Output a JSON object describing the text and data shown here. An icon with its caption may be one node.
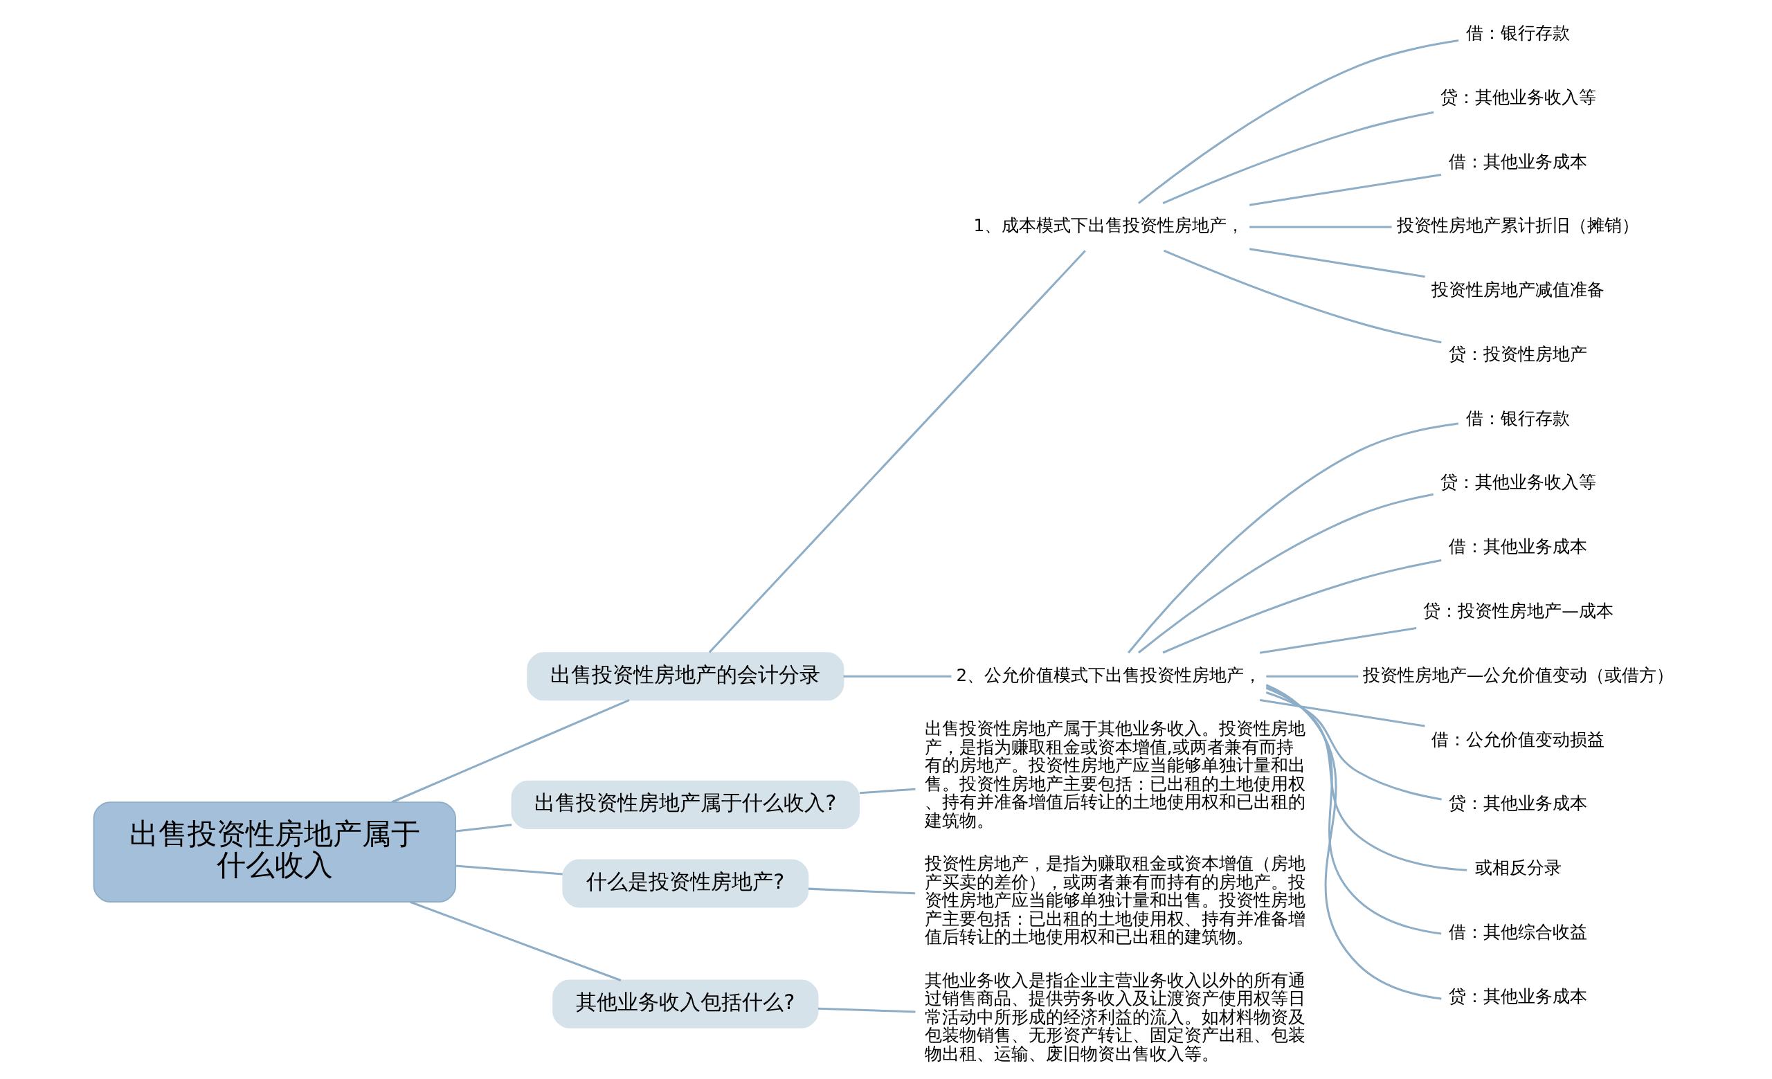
{
  "diagram": {
    "nodes": [
      {
        "text": [
          "出售投资性房地产属于什么收入"
        ]
      },
      {
        "text": [
          "出售投资性房地产的会计分录"
        ]
      },
      {
        "text": [
          "1、成本模式下出售投资性房地产，"
        ]
      },
      {
        "text": [
          "借：银行存款"
        ]
      },
      {
        "text": [
          "贷：其他业务收入等"
        ]
      },
      {
        "text": [
          "借：其他业务成本"
        ]
      },
      {
        "text": [
          "投资性房地产累计折旧（摊销）"
        ]
      },
      {
        "text": [
          "投资性房地产减值准备"
        ]
      },
      {
        "text": [
          "贷：投资性房地产"
        ]
      },
      {
        "text": [
          "2、公允价值模式下出售投资性房地产，"
        ]
      },
      {
        "text": [
          "借：银行存款"
        ]
      },
      {
        "text": [
          "贷：其他业务收入等"
        ]
      },
      {
        "text": [
          "借：其他业务成本"
        ]
      },
      {
        "text": [
          "贷：投资性房地产—成本"
        ]
      },
      {
        "text": [
          "投资性房地产—公允价值变动（或借方）"
        ]
      },
      {
        "text": [
          "借：公允价值变动损益"
        ]
      },
      {
        "text": [
          "贷：其他业务成本"
        ]
      },
      {
        "text": [
          "或相反分录"
        ]
      },
      {
        "text": [
          "借：其他综合收益"
        ]
      },
      {
        "text": [
          "贷：其他业务成本"
        ]
      },
      {
        "text": [
          "出售投资性房地产属于什么收入?"
        ]
      },
      {
        "text": [
          "出售投资性房地产属于其他业务收入。投资性房地产，是指为赚取租金或资本增值,或两者兼有而持有的房地产。投资性房地产应当能够单独计量和出售。投资性房地产主要包括：已出租的土地使用权、持有并准备增值后转让的土地使用权和已出租的建筑物。"
        ]
      },
      {
        "text": [
          "什么是投资性房地产?"
        ]
      },
      {
        "text": [
          "投资性房地产，是指为赚取租金或资本增值（房地产买卖的差价），或两者兼有而持有的房地产。投资性房地产应当能够单独计量和出售。投资性房地产主要包括：已出租的土地使用权、持有并准备增值后转让的土地使用权和已出租的建筑物。"
        ]
      },
      {
        "text": [
          "其他业务收入包括什么?"
        ]
      },
      {
        "text": [
          "其他业务收入是指企业主营业务收入以外的所有通过销售商品、提供劳务收入及让渡资产使用权等日常活动中所形成的经济利益的流入。如材料物资及包装物销售、无形资产转让、固定资产出租、包装物出租、运输、废旧物资出售收入等。"
        ]
      }
    ],
    "edges": [
      {
        "from": 0,
        "to": 1,
        "arrow": "none"
      },
      {
        "from": 1,
        "to": 2,
        "arrow": "none"
      },
      {
        "from": 2,
        "to": 3,
        "arrow": "none"
      },
      {
        "from": 2,
        "to": 4,
        "arrow": "none"
      },
      {
        "from": 2,
        "to": 5,
        "arrow": "none"
      },
      {
        "from": 2,
        "to": 6,
        "arrow": "none"
      },
      {
        "from": 2,
        "to": 7,
        "arrow": "none"
      },
      {
        "from": 2,
        "to": 8,
        "arrow": "none"
      },
      {
        "from": 1,
        "to": 9,
        "arrow": "none"
      },
      {
        "from": 9,
        "to": 10,
        "arrow": "none"
      },
      {
        "from": 9,
        "to": 11,
        "arrow": "none"
      },
      {
        "from": 9,
        "to": 12,
        "arrow": "none"
      },
      {
        "from": 9,
        "to": 13,
        "arrow": "none"
      },
      {
        "from": 9,
        "to": 14,
        "arrow": "none"
      },
      {
        "from": 9,
        "to": 15,
        "arrow": "none"
      },
      {
        "from": 9,
        "to": 16,
        "arrow": "none"
      },
      {
        "from": 9,
        "to": 17,
        "arrow": "none"
      },
      {
        "from": 9,
        "to": 18,
        "arrow": "none"
      },
      {
        "from": 9,
        "to": 19,
        "arrow": "none"
      },
      {
        "from": 0,
        "to": 20,
        "arrow": "none"
      },
      {
        "from": 20,
        "to": 21,
        "arrow": "none"
      },
      {
        "from": 0,
        "to": 22,
        "arrow": "none"
      },
      {
        "from": 22,
        "to": 23,
        "arrow": "none"
      },
      {
        "from": 0,
        "to": 24,
        "arrow": "none"
      },
      {
        "from": 24,
        "to": 25,
        "arrow": "none"
      }
    ]
  }
}
